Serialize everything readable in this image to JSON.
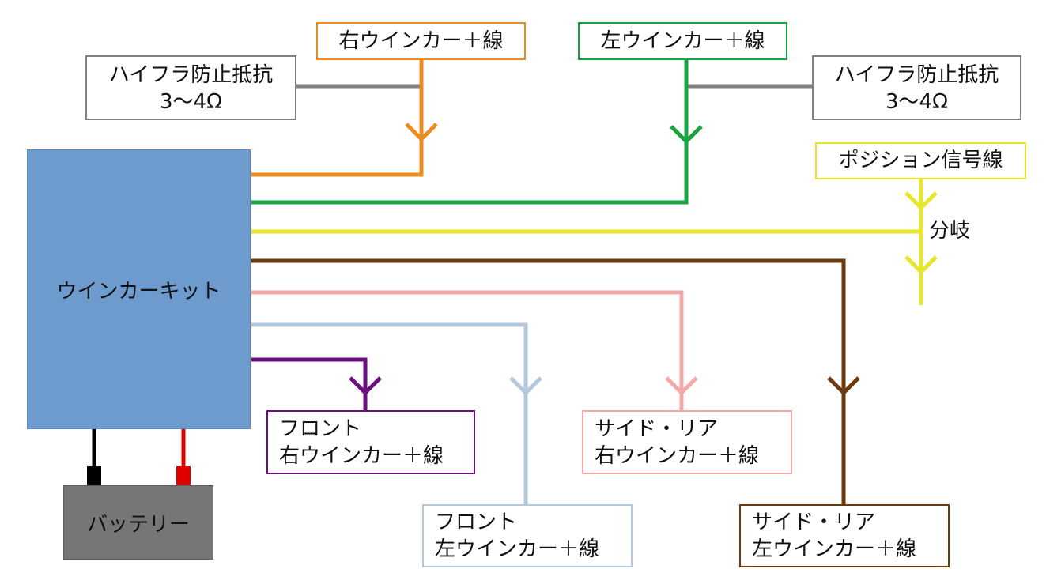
{
  "kit": {
    "label": "ウインカーキット"
  },
  "battery": {
    "label": "バッテリー"
  },
  "resistor_left": {
    "line1": "ハイフラ防止抵抗",
    "line2": "3～4Ω"
  },
  "resistor_right": {
    "line1": "ハイフラ防止抵抗",
    "line2": "3～4Ω"
  },
  "right_winker_wire": {
    "label": "右ウインカー＋線"
  },
  "left_winker_wire": {
    "label": "左ウインカー＋線"
  },
  "position_signal": {
    "label": "ポジション信号線"
  },
  "branch": {
    "label": "分岐"
  },
  "front_right": {
    "line1": "フロント",
    "line2": "右ウインカー＋線"
  },
  "front_left": {
    "line1": "フロント",
    "line2": "左ウインカー＋線"
  },
  "side_rear_right": {
    "line1": "サイド・リア",
    "line2": "右ウインカー＋線"
  },
  "side_rear_left": {
    "line1": "サイド・リア",
    "line2": "左ウインカー＋線"
  },
  "colors": {
    "orange": "#ee8b1f",
    "green": "#19a341",
    "yellow": "#e6e62a",
    "brown": "#6b3a0e",
    "pink": "#f5a8a8",
    "light_blue": "#b4c8dc",
    "purple": "#6b0f7f",
    "gray": "#808080",
    "kit_blue": "#6e9bcd",
    "battery_gray": "#767676",
    "terminal_red": "#e00000",
    "terminal_black": "#000000"
  }
}
